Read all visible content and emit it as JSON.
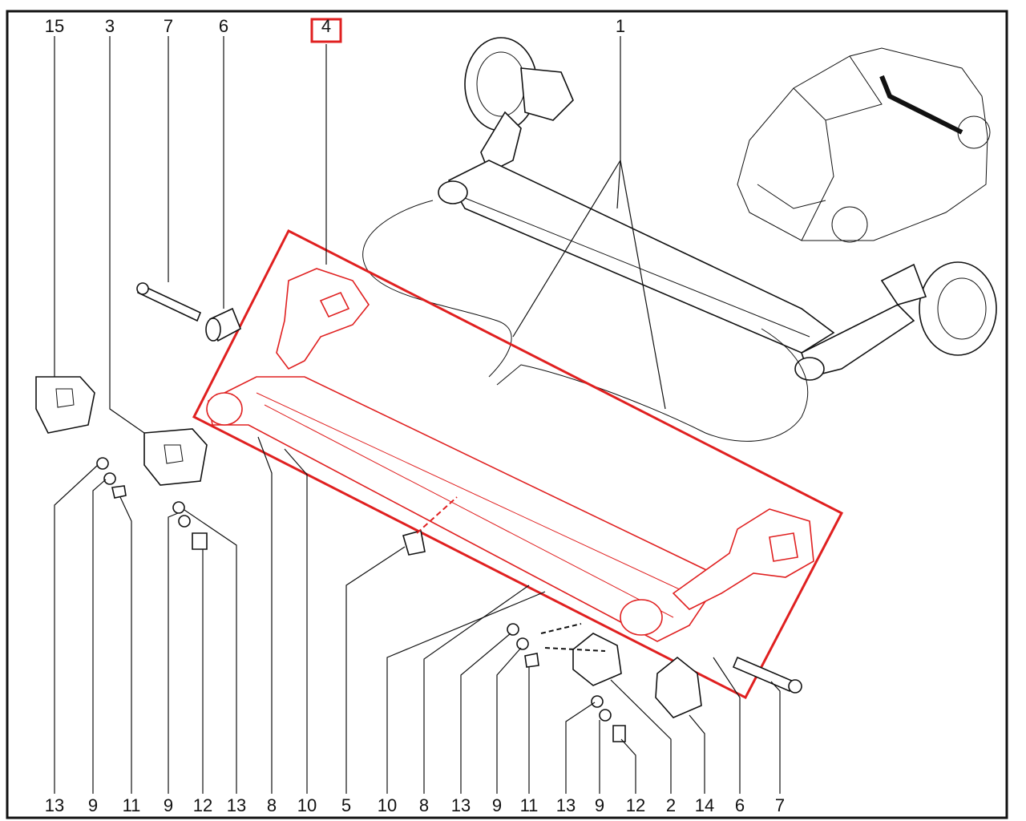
{
  "diagram": {
    "title": "Rear axle beam exploded parts diagram",
    "highlight_color": "#e02020",
    "highlighted_part": "4",
    "top_labels": [
      "15",
      "3",
      "7",
      "6",
      "4",
      "1"
    ],
    "bottom_labels": [
      "13",
      "9",
      "11",
      "9",
      "12",
      "13",
      "8",
      "10",
      "5",
      "10",
      "8",
      "13",
      "9",
      "11",
      "13",
      "9",
      "12",
      "2",
      "14",
      "6",
      "7"
    ]
  }
}
